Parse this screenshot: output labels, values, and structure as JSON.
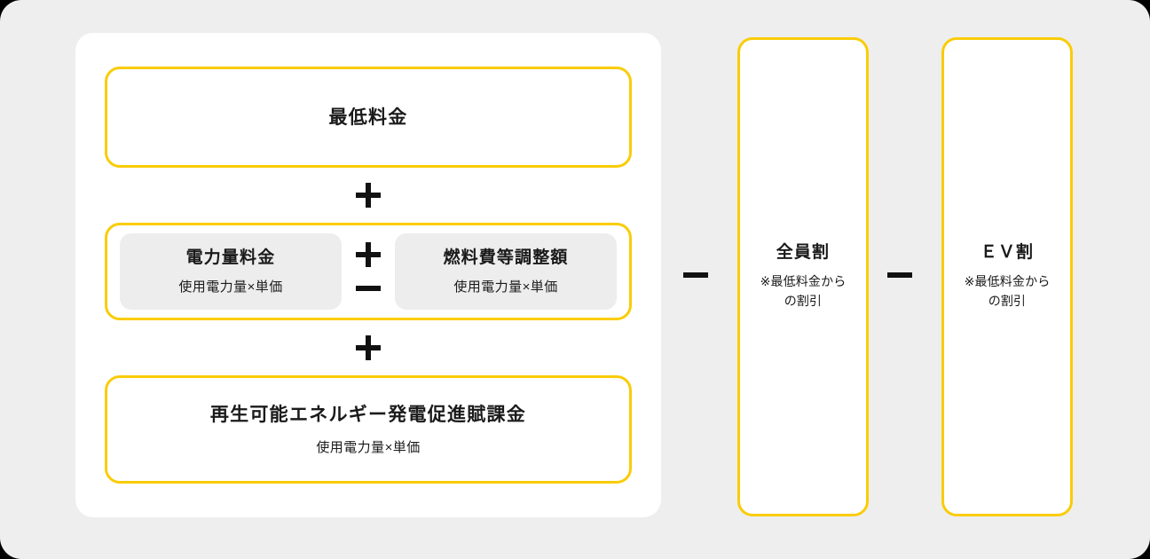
{
  "theme": {
    "page_background": "#eeeeee",
    "card_background": "#ffffff",
    "accent_border": "#facc07",
    "subbox_background": "#ededed",
    "text_color": "#1a1a1a"
  },
  "main_card": {
    "components": [
      {
        "id": "minimum-charge",
        "title": "最低料金",
        "subtitle": ""
      },
      {
        "id": "energy-and-fuel-adjustment",
        "sub_components": [
          {
            "id": "energy-charge",
            "title": "電力量料金",
            "subtitle": "使用電力量×単価"
          },
          {
            "id": "fuel-cost-adjustment",
            "title": "燃料費等調整額",
            "subtitle": "使用電力量×単価"
          }
        ],
        "inner_operator_top": "+",
        "inner_operator_bottom": "−"
      },
      {
        "id": "renewable-energy-levy",
        "title": "再生可能エネルギー発電促進賦課金",
        "subtitle": "使用電力量×単価"
      }
    ],
    "operators": {
      "between_1_and_2": "+",
      "between_2_and_3": "+"
    }
  },
  "discounts": {
    "operator_before_first": "−",
    "operator_before_second": "−",
    "columns": [
      {
        "id": "zenin-wari",
        "title": "全員割",
        "note_line_1": "※最低料金から",
        "note_line_2": "の割引"
      },
      {
        "id": "ev-wari",
        "title": "ＥＶ割",
        "note_line_1": "※最低料金から",
        "note_line_2": "の割引"
      }
    ]
  }
}
